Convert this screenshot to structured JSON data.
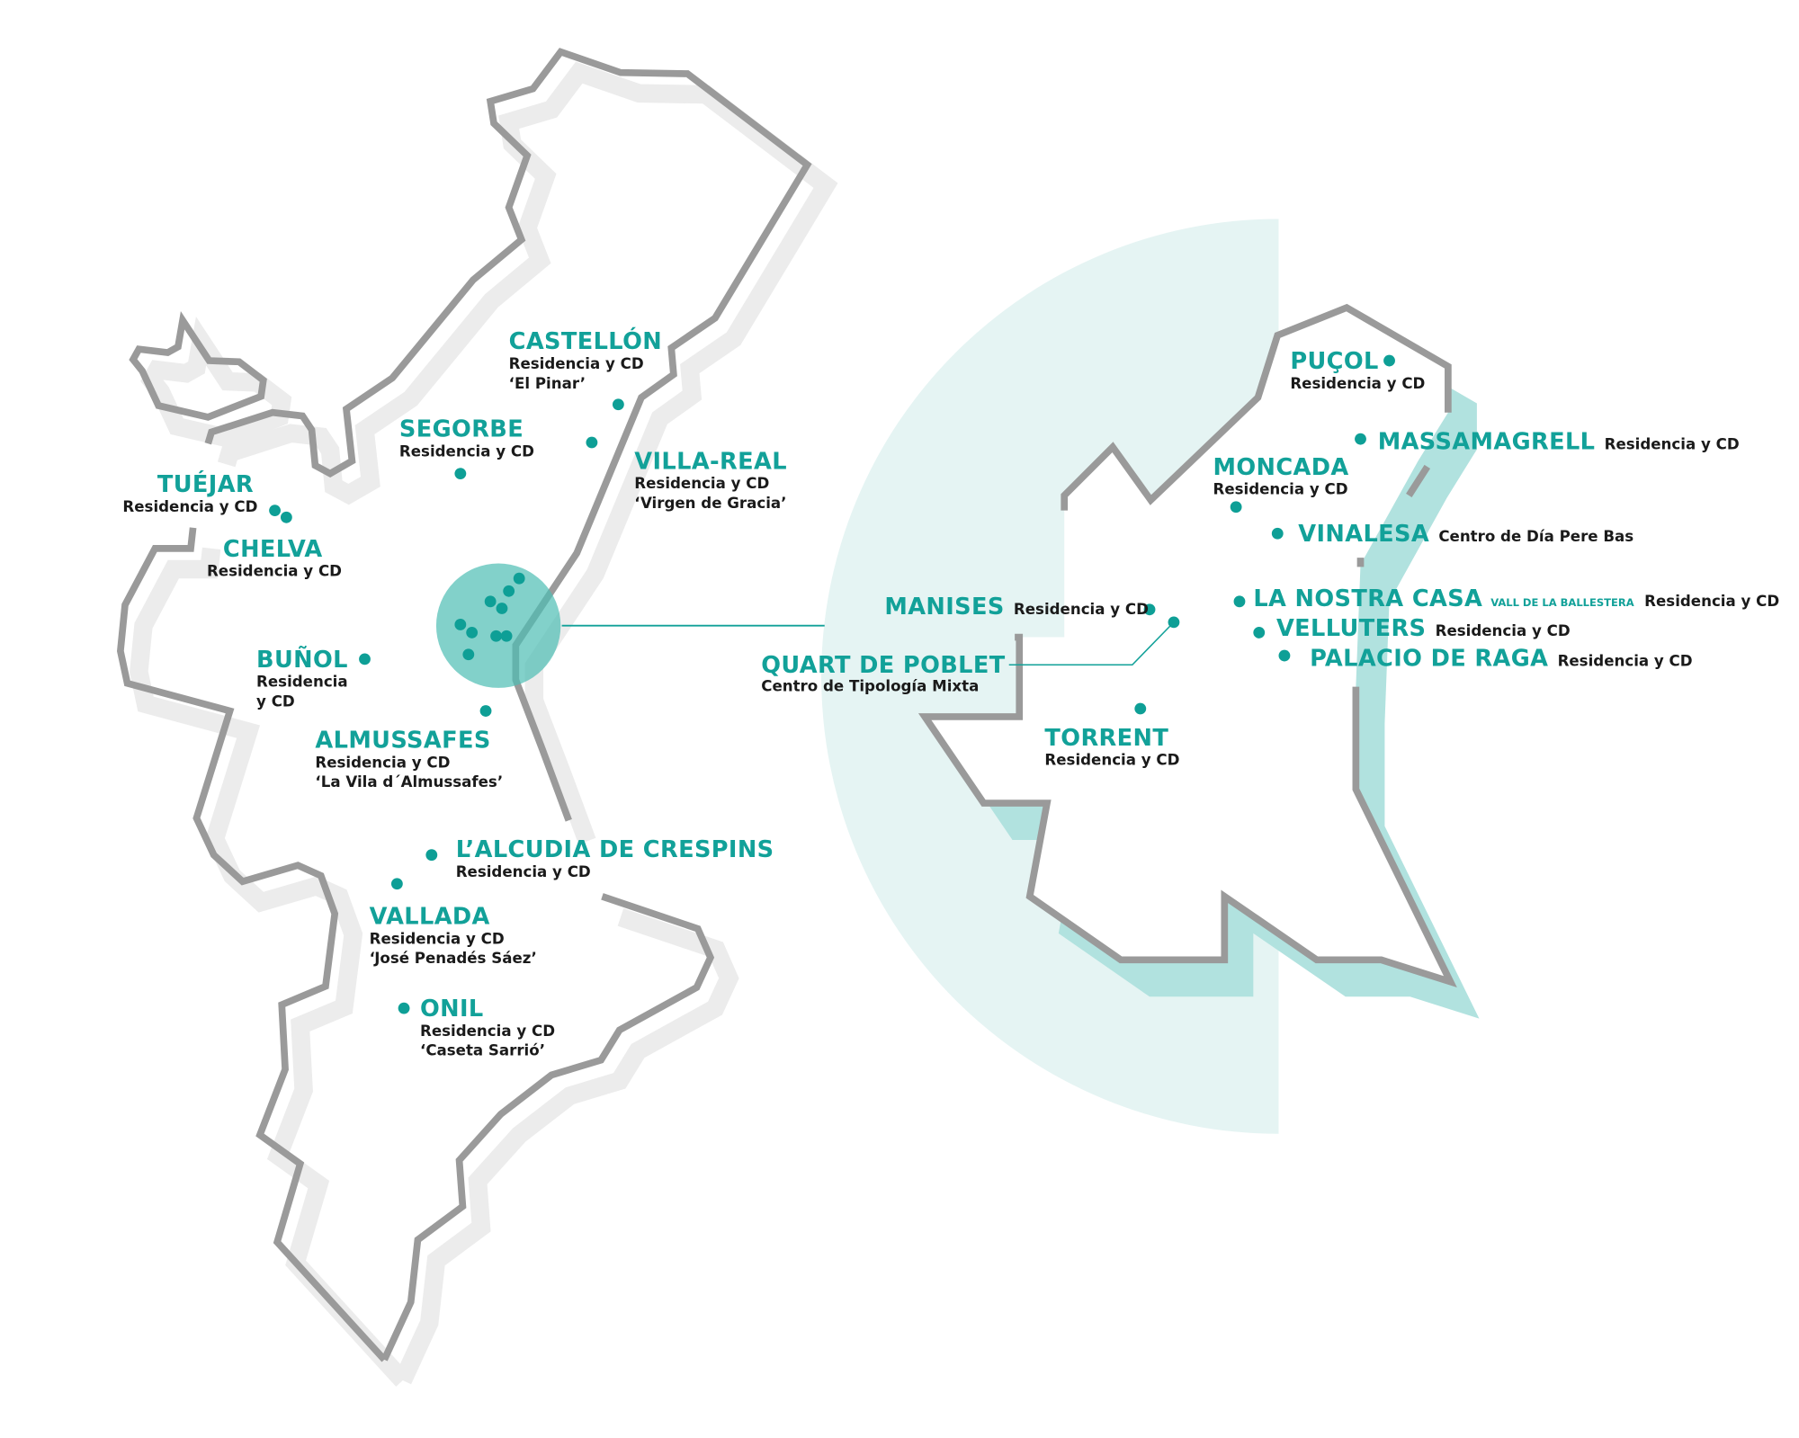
{
  "colors": {
    "accent": "#12a199",
    "dot": "#0e9f96",
    "outline": "#9a9a9a",
    "zoom_bg": "#e5f4f3",
    "zoom_shadow": "#b1e2df"
  },
  "locations": [
    {
      "name": "CASTELLÓN",
      "lines": [
        "Residencia y CD",
        "‘El Pinar’"
      ]
    },
    {
      "name": "SEGORBE",
      "lines": [
        "Residencia y CD"
      ]
    },
    {
      "name": "VILLA-REAL",
      "lines": [
        "Residencia y CD",
        "‘Virgen de Gracia’"
      ]
    },
    {
      "name": "TUÉJAR",
      "lines": [
        "Residencia y CD"
      ]
    },
    {
      "name": "CHELVA",
      "lines": [
        "Residencia y CD"
      ]
    },
    {
      "name": "BUÑOL",
      "lines": [
        "Residencia",
        "y CD"
      ]
    },
    {
      "name": "ALMUSSAFES",
      "lines": [
        "Residencia y CD",
        "‘La Vila d´Almussafes’"
      ]
    },
    {
      "name": "L’ALCUDIA DE CRESPINS",
      "lines": [
        "Residencia y CD"
      ]
    },
    {
      "name": "VALLADA",
      "lines": [
        "Residencia y CD",
        "‘José Penadés Sáez’"
      ]
    },
    {
      "name": "ONIL",
      "lines": [
        "Residencia y CD",
        "‘Caseta Sarrió’"
      ]
    },
    {
      "name": "PUÇOL",
      "lines": [
        "Residencia y CD"
      ]
    },
    {
      "name": "MASSAMAGRELL",
      "lines": [
        "Residencia y CD"
      ]
    },
    {
      "name": "MONCADA",
      "lines": [
        "Residencia y CD"
      ]
    },
    {
      "name": "VINALESA",
      "lines": [
        "Centro de Día Pere Bas"
      ]
    },
    {
      "name": "LA NOSTRA CASA",
      "qualifier": "VALL DE LA BALLESTERA",
      "lines": [
        "Residencia y CD"
      ]
    },
    {
      "name": "VELLUTERS",
      "lines": [
        "Residencia y CD"
      ]
    },
    {
      "name": "PALACIO DE RAGA",
      "lines": [
        "Residencia y CD"
      ]
    },
    {
      "name": "MANISES",
      "lines": [
        "Residencia y CD"
      ]
    },
    {
      "name": "QUART DE POBLET",
      "lines": [
        "Centro de Tipología Mixta"
      ]
    },
    {
      "name": "TORRENT",
      "lines": [
        "Residencia y CD"
      ]
    }
  ]
}
